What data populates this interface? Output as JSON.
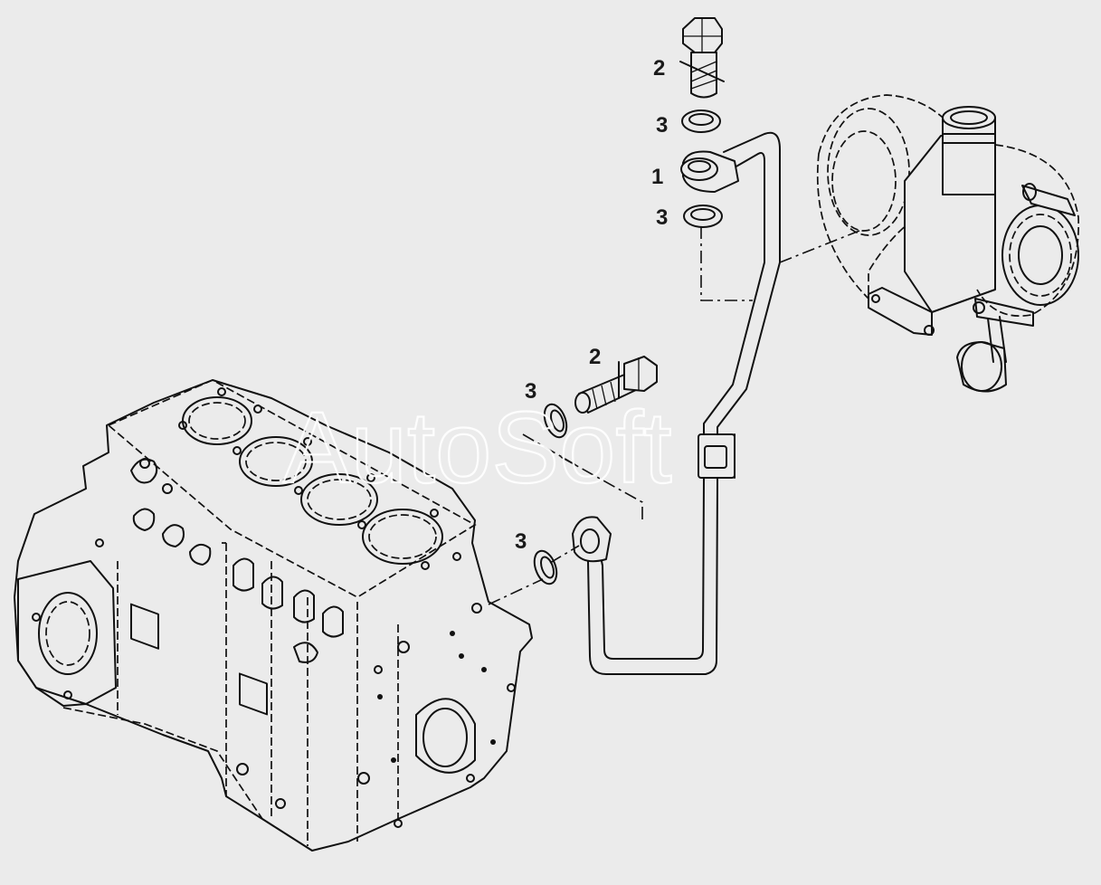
{
  "watermark": "AutoSoft",
  "callouts": {
    "c1": "2",
    "c2": "3",
    "c3": "1",
    "c4": "3",
    "c5": "2",
    "c6": "3",
    "c7": "3"
  },
  "colors": {
    "background": "#ebebeb",
    "line": "#111111",
    "watermark": "#ffffff"
  }
}
